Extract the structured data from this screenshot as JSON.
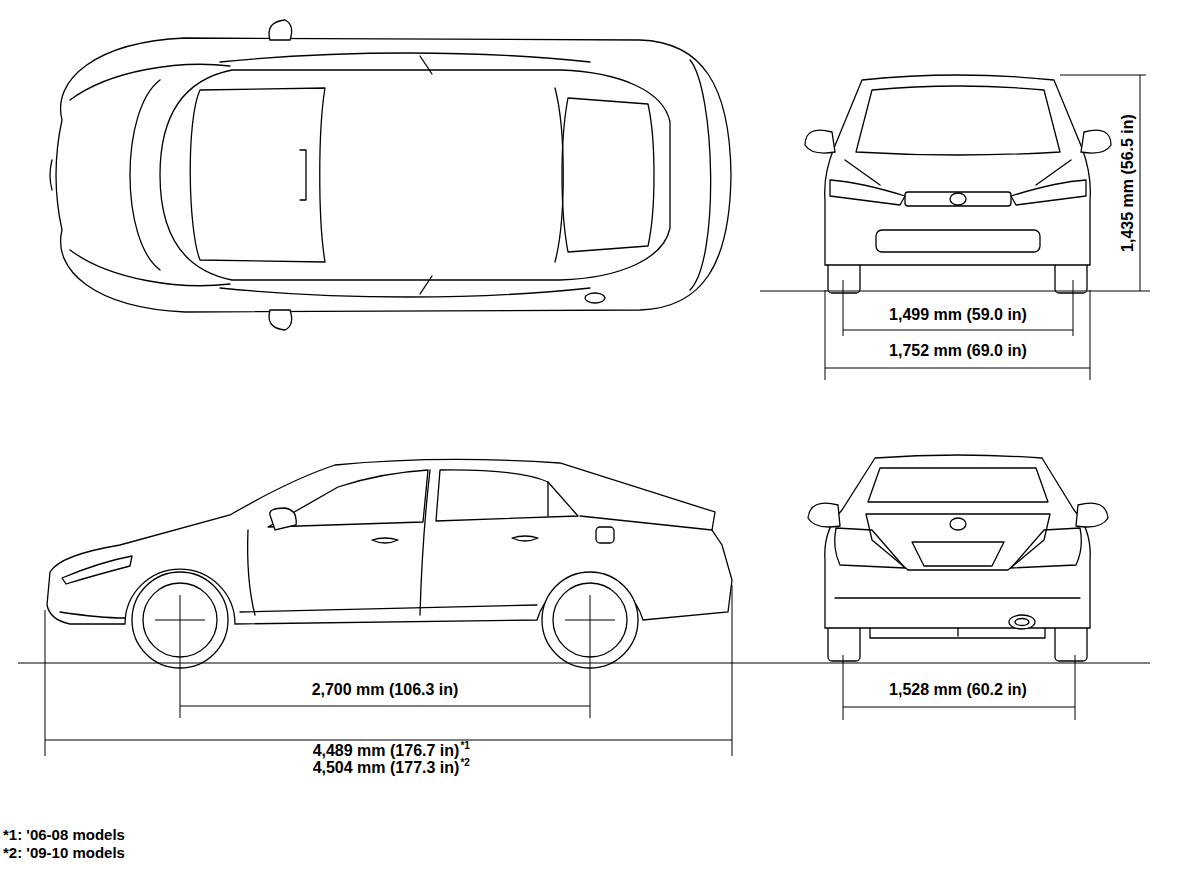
{
  "diagram": {
    "labels": [
      "1,435 mm (56.5 in)",
      "1,499 mm (59.0 in)",
      "1,752 mm (69.0 in)",
      "2,700 mm (106.3 in)",
      "1,528 mm (60.2 in)",
      "4,489 mm (176.7 in)",
      "*1",
      "4,504 mm (177.3 in)",
      "*2",
      "*1: '06-08 models",
      "*2: '09-10 models"
    ]
  }
}
